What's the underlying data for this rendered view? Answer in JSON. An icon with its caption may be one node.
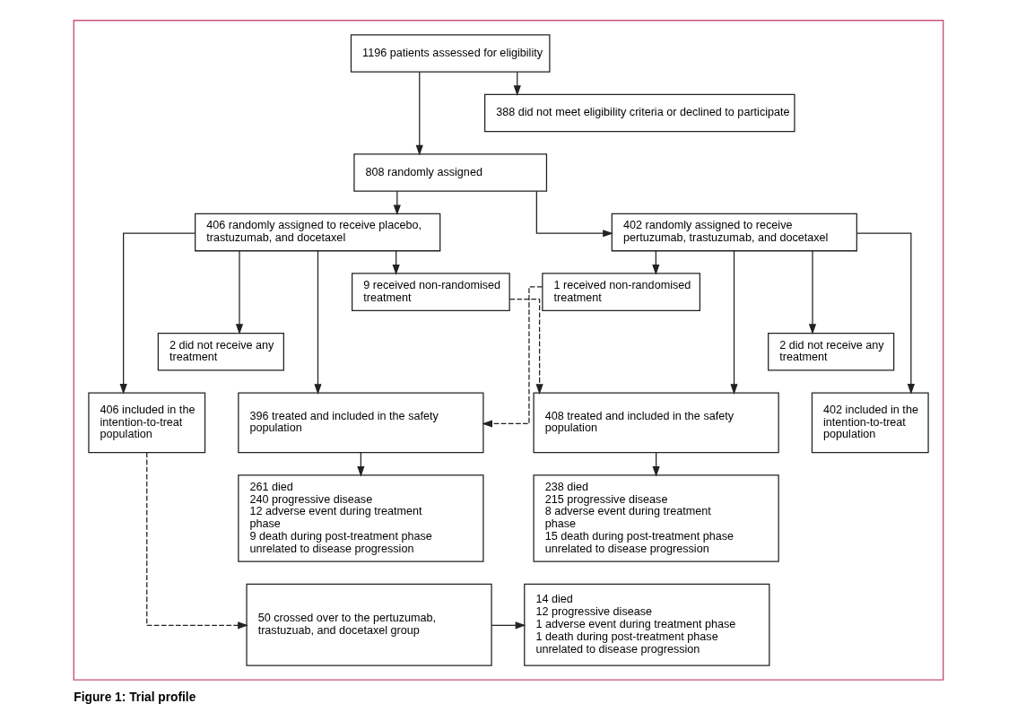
{
  "diagram": {
    "caption": "Figure 1: Trial profile",
    "nodes": [
      {
        "text": [],
        "shape": "box"
      },
      {
        "text": [
          "1196 patients assessed for eligibility"
        ],
        "in": 0
      },
      {
        "text": [
          "388 did not meet eligibility criteria or declined to participate"
        ],
        "in": 0
      },
      {
        "text": [
          "808 randomly assigned"
        ],
        "in": 0
      },
      {
        "text": [
          "406 randomly assigned to receive placebo, trastuzumab, and docetaxel"
        ],
        "in": 0
      },
      {
        "text": [
          "402 randomly assigned to receive pertuzumab, trastuzumab, and docetaxel"
        ],
        "in": 0
      },
      {
        "text": [
          "9 received non-randomised treatment"
        ],
        "in": 0
      },
      {
        "text": [
          "1 received non-randomised treatment"
        ],
        "in": 0
      },
      {
        "text": [
          "2 did not receive any treatment"
        ],
        "in": 0
      },
      {
        "text": [
          "2 did not receive any treatment"
        ],
        "in": 0
      },
      {
        "text": [
          "406 included in the intention-to-treat population"
        ],
        "in": 0
      },
      {
        "text": [
          "396 treated and included in the safety population"
        ],
        "in": 0
      },
      {
        "text": [
          "408 treated and included in the safety population"
        ],
        "in": 0
      },
      {
        "text": [
          "402 included in the intention-to-treat population"
        ],
        "in": 0
      },
      {
        "text": [
          "261 died",
          "240 progressive disease",
          "12 adverse event during treatment phase",
          "9 death during post-treatment phase unrelated to disease progression"
        ],
        "in": 0
      },
      {
        "text": [
          "238 died",
          "215 progressive disease",
          "8 adverse event during treatment phase",
          "15 death during post-treatment phase unrelated to disease progression"
        ],
        "in": 0
      },
      {
        "text": [
          "50 crossed over to the pertuzumab, trastuzuab, and docetaxel group"
        ],
        "in": 0
      },
      {
        "text": [
          "14 died",
          "12 progressive disease",
          "1 adverse event during treatment phase",
          "1 death during post-treatment phase unrelated to disease progression"
        ],
        "in": 0
      }
    ],
    "edges": [
      {
        "from": 1,
        "to": 3,
        "arrow": "to"
      },
      {
        "from": 1,
        "to": 2,
        "arrow": "to"
      },
      {
        "from": 3,
        "to": 4,
        "arrow": "to"
      },
      {
        "from": 3,
        "to": 5,
        "arrow": "to"
      },
      {
        "from": 4,
        "to": 10,
        "arrow": "to"
      },
      {
        "from": 4,
        "to": 8,
        "arrow": "to"
      },
      {
        "from": 4,
        "to": 11,
        "arrow": "to"
      },
      {
        "from": 4,
        "to": 6,
        "arrow": "to"
      },
      {
        "from": 5,
        "to": 7,
        "arrow": "to"
      },
      {
        "from": 5,
        "to": 12,
        "arrow": "to"
      },
      {
        "from": 5,
        "to": 9,
        "arrow": "to"
      },
      {
        "from": 5,
        "to": 13,
        "arrow": "to"
      },
      {
        "from": 6,
        "to": 12,
        "arrow": "to",
        "style": "dashed"
      },
      {
        "from": 7,
        "to": 11,
        "arrow": "to",
        "style": "dashed"
      },
      {
        "from": 10,
        "to": 16,
        "arrow": "to",
        "style": "dashed"
      },
      {
        "from": 11,
        "to": 14,
        "arrow": "to"
      },
      {
        "from": 12,
        "to": 15,
        "arrow": "to"
      },
      {
        "from": 16,
        "to": 17,
        "arrow": "to"
      }
    ]
  }
}
